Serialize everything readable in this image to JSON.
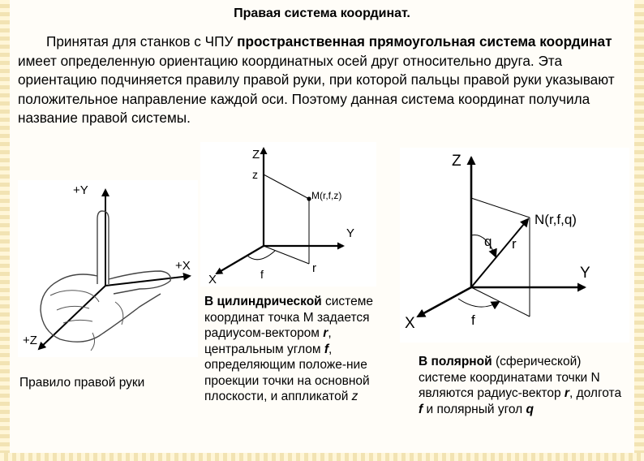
{
  "title": "Правая система координат.",
  "intro": {
    "part1": "Принятая для станков с ЧПУ ",
    "part2_bold": "пространственная прямоугольная система координат",
    "part3": " имеет определенную ориентацию координатных осей друг относительно друга. Эта ориентацию подчиняется правилу правой руки, при которой пальцы правой руки указывают положительное направление каждой оси. Поэтому данная система координат получила название правой системы."
  },
  "hand_figure": {
    "label_y": "+Y",
    "label_x": "+X",
    "label_z": "+Z",
    "caption": "Правило правой руки"
  },
  "cylindrical": {
    "label_z_axis": "Z",
    "label_z": "z",
    "label_y": "Y",
    "label_x": "X",
    "label_point": "M(r,f,z)",
    "label_r": "r",
    "label_f": "f",
    "caption": {
      "bold": "В цилиндрической",
      "text1": " системе координат точка M задается радиусом-вектором ",
      "r": "r",
      "text2": ", центральным углом ",
      "f": "f",
      "text3": ", определяющим положе-ние проекции точки на основной плоскости, и аппликатой ",
      "z": "z"
    }
  },
  "spherical": {
    "label_z": "Z",
    "label_y": "Y",
    "label_x": "X",
    "label_point": "N(r,f,q)",
    "label_q": "q",
    "label_r": "r",
    "label_f": "f",
    "caption": {
      "bold": "В полярной",
      "text1": " (сферической) системе координатами точки N являются радиус-вектор ",
      "r": "r",
      "text2": ", долгота ",
      "f": "f",
      "text3": " и полярный угол ",
      "q": "q"
    }
  }
}
